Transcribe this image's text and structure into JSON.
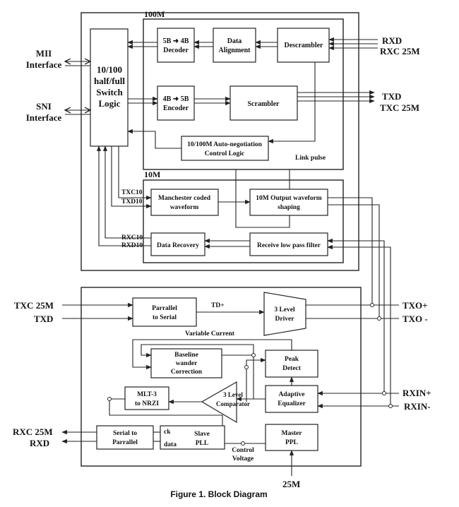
{
  "caption": "Figure 1.   Block Diagram",
  "sections": {
    "m100": "100M",
    "m10": "10M"
  },
  "interfaces": {
    "mii": [
      "MII",
      "Interface"
    ],
    "sni": [
      "SNI",
      "Interface"
    ]
  },
  "ports": {
    "rxd_top": "RXD",
    "rxc25_top": "RXC 25M",
    "txd_top": "TXD",
    "txc25_top": "TXC 25M",
    "txc25_left": "TXC 25M",
    "txd_left": "TXD",
    "txo_p": "TXO+",
    "txo_n": "TXO -",
    "rxin_p": "RXIN+",
    "rxin_n": "RXIN-",
    "rxc25_left": "RXC 25M",
    "rxd_left": "RXD",
    "clk25": "25M"
  },
  "blocks": {
    "switch": [
      "10/100",
      "half/full",
      "Switch",
      "Logic"
    ],
    "dec5b4b": [
      "5B ➜ 4B",
      "Decoder"
    ],
    "align": [
      "Data",
      "Alignment"
    ],
    "descr": [
      "Descrambler"
    ],
    "enc4b5b": [
      "4B ➜ 5B",
      "Encoder"
    ],
    "scr": [
      "Scrambler"
    ],
    "autoneg": [
      "10/100M Auto-negotiation",
      "Control Logic"
    ],
    "manch": [
      "Manchester coded",
      "waveform"
    ],
    "outwave": [
      "10M Output waveform",
      "shaping"
    ],
    "datarec": [
      "Data Recovery"
    ],
    "lpf": [
      "Receive low pass filter"
    ],
    "p2s": [
      "Parrallel",
      "to Serial"
    ],
    "driver": [
      "3 Level",
      "Driver"
    ],
    "baseline": [
      "Baseline",
      "wander",
      "Correction"
    ],
    "peak": [
      "Peak",
      "Detect"
    ],
    "mlt3": [
      "MLT-3",
      "to NRZI"
    ],
    "comparator": [
      "3 Level",
      "Comparator"
    ],
    "eq": [
      "Adaptive",
      "Equalizer"
    ],
    "s2p": [
      "Serial to",
      "Parrallel"
    ],
    "pll_ck": "ck",
    "pll_data": "data",
    "pll_name": [
      "Slave",
      "PLL"
    ],
    "mpll": [
      "Master",
      "PPL"
    ]
  },
  "signals": {
    "link_pulse": "Link pulse",
    "txc10": "TXC10",
    "txd10": "TXD10",
    "rxc10": "RXC10",
    "rxd10": "RXD10",
    "td_plus": "TD+",
    "variable_current": "Variable Current",
    "control_voltage": [
      "Control",
      "Voltage"
    ]
  }
}
